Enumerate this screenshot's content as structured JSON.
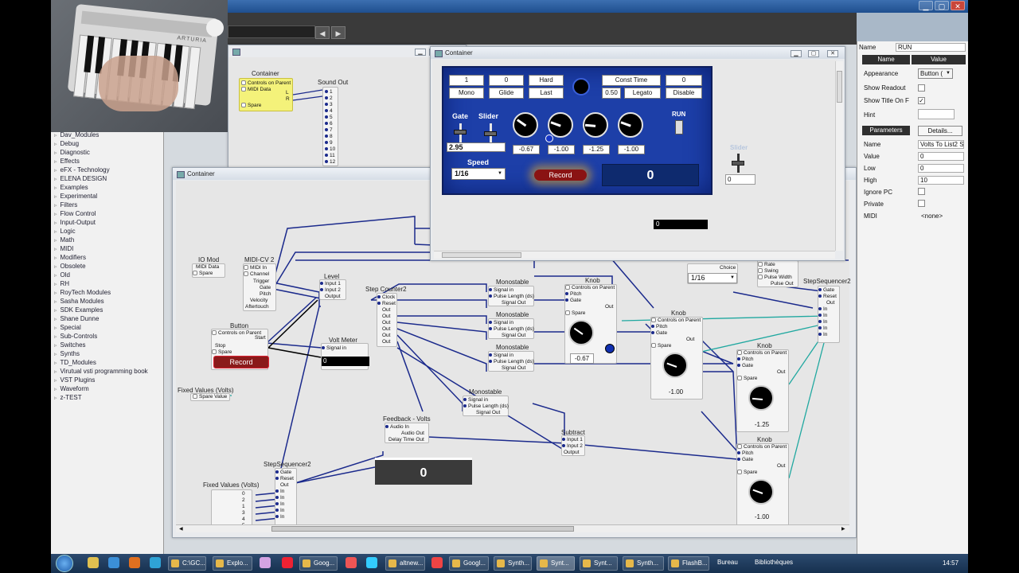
{
  "window": {
    "min": "▁",
    "max": "▢",
    "close": "✕"
  },
  "tree_items": [
    "Dav_Modules",
    "Debug",
    "Diagnostic",
    "Effects",
    "eFX - Technology",
    "ELENA DESIGN",
    "Examples",
    "Experimental",
    "Filters",
    "Flow Control",
    "Input-Output",
    "Logic",
    "Math",
    "MIDI",
    "Modifiers",
    "Obsolete",
    "Old",
    "RH",
    "RoyTech Modules",
    "Sasha Modules",
    "SDK Examples",
    "Shane Dunne",
    "Special",
    "Sub-Controls",
    "Switches",
    "Synths",
    "TD_Modules",
    "Virutual vsti programming book",
    "VST Plugins",
    "Waveform",
    "z-TEST"
  ],
  "back_window": {
    "title_module": "Container",
    "pins": [
      "Controls on Parent",
      "MIDI Data",
      "Spare"
    ],
    "outs": [
      "L",
      "R"
    ],
    "sound_out": "Sound Out",
    "sound_pins": [
      "1",
      "2",
      "3",
      "4",
      "5",
      "6",
      "7",
      "8",
      "9",
      "10",
      "11",
      "12"
    ]
  },
  "main_window": {
    "title": "Container"
  },
  "modules": {
    "io_mod": {
      "title": "IO Mod",
      "pins": [
        "MIDI Data",
        "Spare"
      ]
    },
    "midi_cv": {
      "title": "MIDI-CV 2",
      "pins": [
        "MIDI In",
        "Channel",
        "Trigger",
        "Gate",
        "Pitch",
        "Velocity",
        "Aftertouch"
      ]
    },
    "level": {
      "title": "Level",
      "pins": [
        "Input 1",
        "Input 2",
        "Output"
      ]
    },
    "step_counter": {
      "title": "Step Counter2",
      "pins": [
        "Clock",
        "Reset",
        "Out",
        "Out",
        "Out",
        "Out",
        "Out",
        "Out"
      ]
    },
    "button": {
      "title": "Button",
      "pins": [
        "Controls on Parent",
        "Stop",
        "Spare"
      ],
      "out": "Start",
      "label": "Record"
    },
    "volt_meter": {
      "title": "Volt Meter",
      "pin": "Signal in",
      "value": "0"
    },
    "fixed_values_a": {
      "title": "Fixed Values (Volts)",
      "pin": "Spare Value"
    },
    "monostable_1": {
      "title": "Monostable",
      "pins": [
        "Signal in",
        "Pulse Length (ds)",
        "Signal Out"
      ]
    },
    "monostable_2": {
      "title": "Monostable",
      "pins": [
        "Signal in",
        "Pulse Length (ds)",
        "Signal Out"
      ]
    },
    "monostable_3": {
      "title": "Monostable",
      "pins": [
        "Signal in",
        "Pulse Length (ds)",
        "Signal Out"
      ]
    },
    "monostable_4": {
      "title": "Monostable",
      "pins": [
        "Signal in",
        "Pulse Length (ds)",
        "Signal Out"
      ]
    },
    "feedback": {
      "title": "Feedback - Volts",
      "pins": [
        "Audio In",
        "Audio Out",
        "Delay Time Out"
      ]
    },
    "subtract": {
      "title": "Subtract",
      "pins": [
        "Input 1",
        "Input 2",
        "Output"
      ]
    },
    "step_seq_bottom": {
      "title": "StepSequencer2",
      "pins": [
        "Gate",
        "Reset",
        "Out",
        "In",
        "In",
        "In",
        "In",
        "In"
      ]
    },
    "fixed_values_b": {
      "title": "Fixed Values (Volts)",
      "values": [
        "0",
        "2",
        "1",
        "3",
        "4",
        "5"
      ]
    },
    "bottom_display": {
      "value": "0"
    },
    "knob_1": {
      "title": "Knob",
      "pins": [
        "Controls on Parent",
        "Pitch",
        "Gate",
        "Spare"
      ],
      "out": "Out",
      "value": "-0.67"
    },
    "knob_2": {
      "title": "Knob",
      "pins": [
        "Controls on Parent",
        "Pitch",
        "Gate",
        "Spare"
      ],
      "out": "Out",
      "value": "-1.00"
    },
    "knob_3": {
      "title": "Knob",
      "pins": [
        "Controls on Parent",
        "Pitch",
        "Gate",
        "Spare"
      ],
      "out": "Out",
      "value": "-1.25"
    },
    "knob_4": {
      "title": "Knob",
      "pins": [
        "Controls on Parent",
        "Pitch",
        "Gate",
        "Spare"
      ],
      "out": "Out",
      "value": "-1.00"
    },
    "step_seq_right": {
      "title": "StepSequencer2",
      "pins": [
        "Gate",
        "Reset",
        "Out",
        "In",
        "In",
        "In",
        "In",
        "In"
      ]
    },
    "choice": {
      "label": "Choice",
      "value": "1/16"
    },
    "swing": {
      "pins": [
        "Rate",
        "Swing",
        "Pulse Width",
        "Pulse Out"
      ]
    }
  },
  "float_window": {
    "title": "Container",
    "buttons_row1": [
      "1",
      "0",
      "Hard",
      "Const Time",
      "0"
    ],
    "buttons_row2": [
      "Mono",
      "Glide",
      "Last",
      "0.50",
      "Legato",
      "Disable"
    ],
    "gate_label": "Gate",
    "slider_label": "Slider",
    "gate_value": "2.95",
    "knob_values": [
      "-0.67",
      "-1.00",
      "-1.25",
      "-1.00"
    ],
    "run_label": "RUN",
    "speed_label": "Speed",
    "speed_value": "1/16",
    "record_label": "Record",
    "display_value": "0",
    "slider2_label": "Slider",
    "slider2_value": "0",
    "bar_value": "0"
  },
  "properties": {
    "name_label": "Name",
    "name_value": "RUN",
    "col_name": "Name",
    "col_value": "Value",
    "appearance_label": "Appearance",
    "appearance_value": "Button (",
    "show_readout": "Show Readout",
    "show_title": "Show Title On F",
    "hint": "Hint",
    "parameters": "Parameters",
    "details": "Details...",
    "p_name_label": "Name",
    "p_name_value": "Volts To List2 S",
    "value_label": "Value",
    "value_value": "0",
    "low_label": "Low",
    "low_value": "0",
    "high_label": "High",
    "high_value": "10",
    "ignore_pc": "Ignore PC",
    "private": "Private",
    "midi_label": "MIDI",
    "midi_value": "<none>"
  },
  "taskbar": {
    "items": [
      "C:\\GC...",
      "Explo...",
      "Goog...",
      "altnew...",
      "Googl...",
      "Synth...",
      "Synt...",
      "Synt...",
      "Synth...",
      "FlashB..."
    ],
    "bureau": "Bureau",
    "bibliotheques": "Bibliothèques",
    "time": "14:57"
  },
  "webcam": {
    "brand": "ARTURIA"
  }
}
